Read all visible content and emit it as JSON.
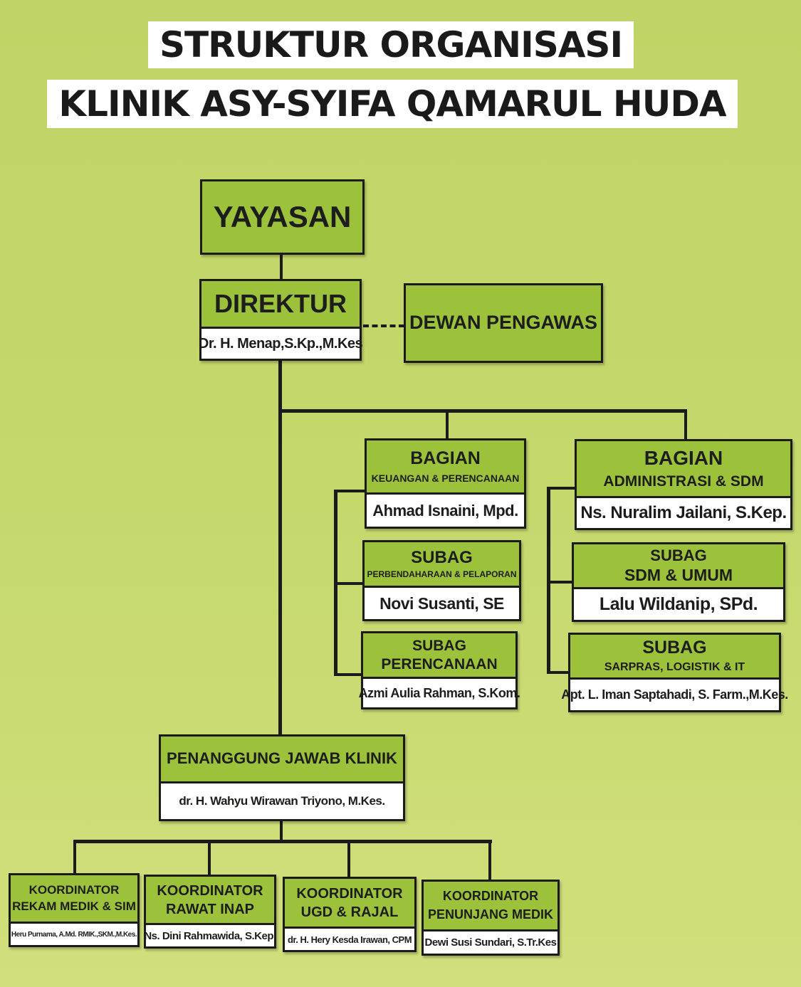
{
  "title": {
    "line1": "STRUKTUR ORGANISASI",
    "line2": "KLINIK ASY-SYIFA QAMARUL HUDA"
  },
  "yayasan": "YAYASAN",
  "direktur": {
    "title": "DIREKTUR",
    "name": "Dr. H. Menap,S.Kp.,M.Kes"
  },
  "dewan": "DEWAN PENGAWAS",
  "keuangan": {
    "title": "BAGIAN",
    "sub": "KEUANGAN & PERENCANAAN",
    "name": "Ahmad Isnaini, Mpd."
  },
  "perbendaharaan": {
    "title": "SUBAG",
    "sub": "PERBENDAHARAAN & PELAPORAN",
    "name": "Novi Susanti, SE"
  },
  "perencanaan": {
    "title": "SUBAG",
    "sub": "PERENCANAAN",
    "name": "Azmi Aulia Rahman, S.Kom."
  },
  "administrasi": {
    "title": "BAGIAN",
    "sub": "ADMINISTRASI & SDM",
    "name": "Ns. Nuralim Jailani, S.Kep."
  },
  "sdm": {
    "title": "SUBAG",
    "sub": "SDM & UMUM",
    "name": "Lalu Wildanip, SPd."
  },
  "sarpras": {
    "title": "SUBAG",
    "sub": "SARPRAS, LOGISTIK & IT",
    "name": "Apt. L. Iman Saptahadi, S. Farm.,M.Kes."
  },
  "pj": {
    "title": "PENANGGUNG JAWAB KLINIK",
    "name": "dr. H. Wahyu Wirawan Triyono, M.Kes."
  },
  "koordinator": [
    {
      "title": "KOORDINATOR",
      "sub": "REKAM MEDIK & SIM",
      "name": "Heru Purnama, A.Md. RMIK.,SKM.,M.Kes."
    },
    {
      "title": "KOORDINATOR",
      "sub": "RAWAT INAP",
      "name": "Ns. Dini Rahmawida, S.Kep."
    },
    {
      "title": "KOORDINATOR",
      "sub": "UGD & RAJAL",
      "name": "dr. H. Hery Kesda Irawan, CPM"
    },
    {
      "title": "KOORDINATOR",
      "sub": "PENUNJANG MEDIK",
      "name": "Dewi Susi Sundari, S.Tr.Kes"
    }
  ]
}
